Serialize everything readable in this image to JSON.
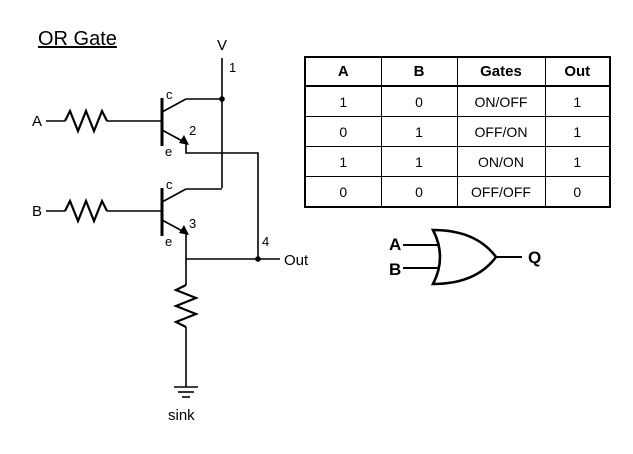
{
  "circuit": {
    "title": "OR Gate",
    "supply_label": "V",
    "input_a_label": "A",
    "input_b_label": "B",
    "output_label": "Out",
    "sink_label": "sink",
    "node_labels": [
      "1",
      "2",
      "3",
      "4"
    ],
    "collector_label": "c",
    "emitter_label": "e"
  },
  "truth_table": {
    "headers": [
      "A",
      "B",
      "Gates",
      "Out"
    ],
    "rows": [
      [
        "1",
        "0",
        "ON/OFF",
        "1"
      ],
      [
        "0",
        "1",
        "OFF/ON",
        "1"
      ],
      [
        "1",
        "1",
        "ON/ON",
        "1"
      ],
      [
        "0",
        "0",
        "OFF/OFF",
        "0"
      ]
    ]
  },
  "gate_symbol": {
    "input_a": "A",
    "input_b": "B",
    "output": "Q"
  }
}
